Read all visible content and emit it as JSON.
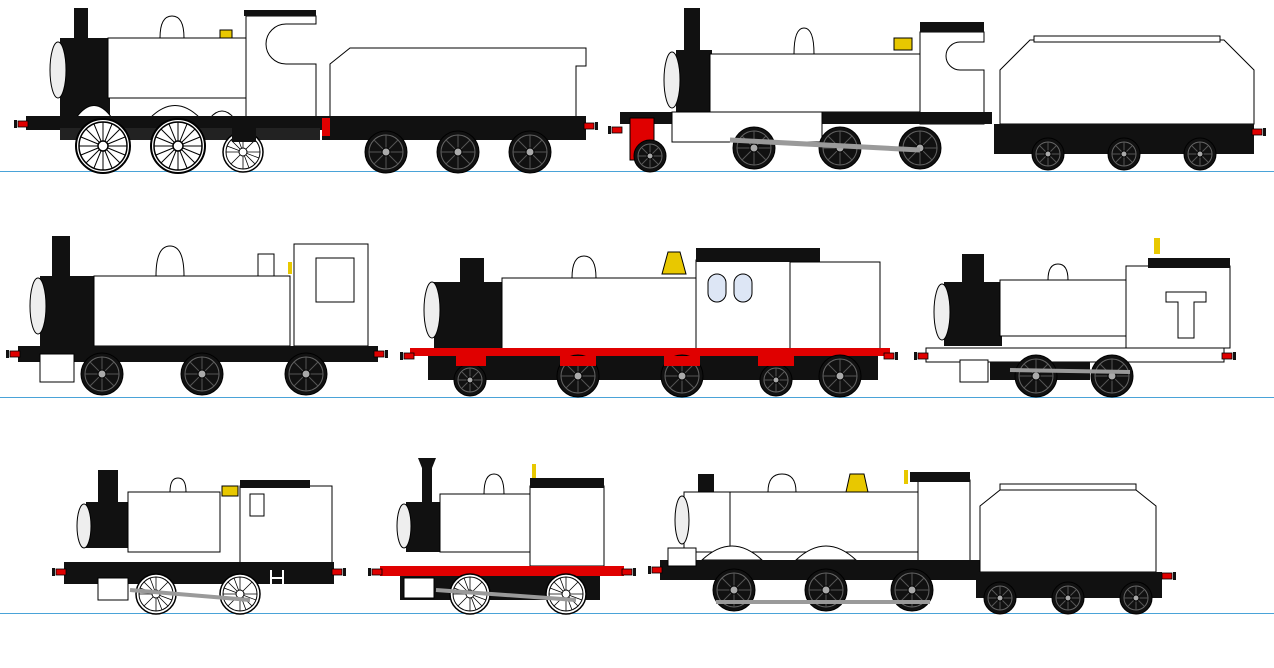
{
  "scene": {
    "background": "#ffffff",
    "track_color": "#4aa3d8",
    "rows": 3
  },
  "palette": {
    "body": "#ffffff",
    "outline": "#000000",
    "black": "#111111",
    "buffer_red": "#e00000",
    "frame_red": "#e00000",
    "brass": "#e8c800",
    "rod_grey": "#9a9a9a",
    "window_blue": "#dde6f5",
    "smokebox_grey": "#d8d8d8"
  },
  "locomotives": [
    {
      "name": "engine-row1-tender-4-4-0",
      "row": 1,
      "frame": "black",
      "has_tender": true
    },
    {
      "name": "engine-row1-tender-4-6-0",
      "row": 1,
      "frame": "black",
      "has_tender": true
    },
    {
      "name": "engine-row2-tank-0-6-0",
      "row": 2,
      "frame": "black",
      "has_tender": false
    },
    {
      "name": "engine-row2-tank-2-6-2-red",
      "row": 2,
      "frame": "red",
      "has_tender": false
    },
    {
      "name": "engine-row2-saddle-0-4-0",
      "row": 2,
      "frame": "black",
      "has_tender": false
    },
    {
      "name": "engine-row3-tank-0-4-0",
      "row": 3,
      "frame": "black",
      "has_tender": false
    },
    {
      "name": "engine-row3-tank-0-4-0-red",
      "row": 3,
      "frame": "red",
      "has_tender": false
    },
    {
      "name": "engine-row3-tender-0-6-0",
      "row": 3,
      "frame": "black",
      "has_tender": true
    }
  ]
}
